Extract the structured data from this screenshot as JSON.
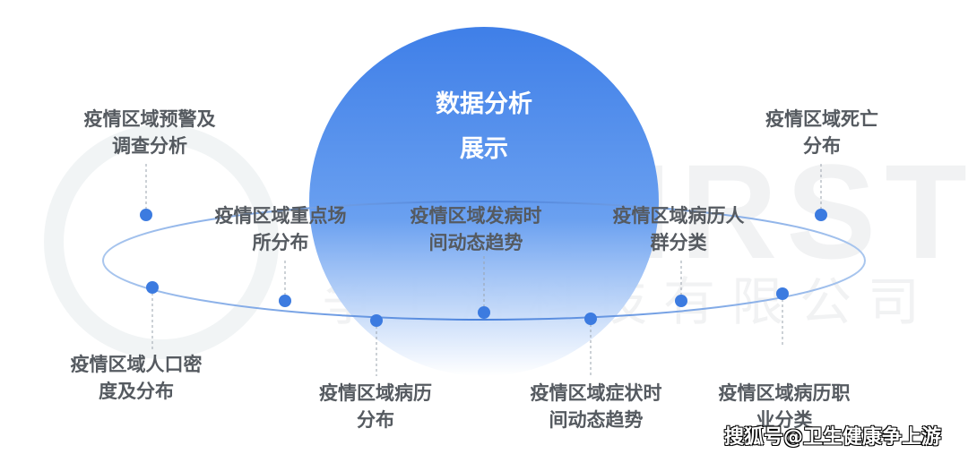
{
  "title": "数据分析展示",
  "title_lines": [
    "数据分析",
    "展示"
  ],
  "watermark": {
    "logo": "TOFIRST",
    "company": "争上游科技有限公司"
  },
  "labels": [
    {
      "lines": [
        "疫情区域预警及",
        "调查分析"
      ]
    },
    {
      "lines": [
        "疫情区域人口密",
        "度及分布"
      ]
    },
    {
      "lines": [
        "疫情区域重点场",
        "所分布"
      ]
    },
    {
      "lines": [
        "疫情区域病历",
        "分布"
      ]
    },
    {
      "lines": [
        "疫情区域发病时",
        "间动态趋势"
      ]
    },
    {
      "lines": [
        "疫情区域症状时",
        "间动态趋势"
      ]
    },
    {
      "lines": [
        "疫情区域病历人",
        "群分类"
      ]
    },
    {
      "lines": [
        "疫情区域病历职",
        "业分类"
      ]
    },
    {
      "lines": [
        "疫情区域死亡",
        "分布"
      ]
    }
  ],
  "source": "搜狐号@卫生健康争上游",
  "colors": {
    "accent": "#3f7fe8",
    "text": "#555a60"
  }
}
